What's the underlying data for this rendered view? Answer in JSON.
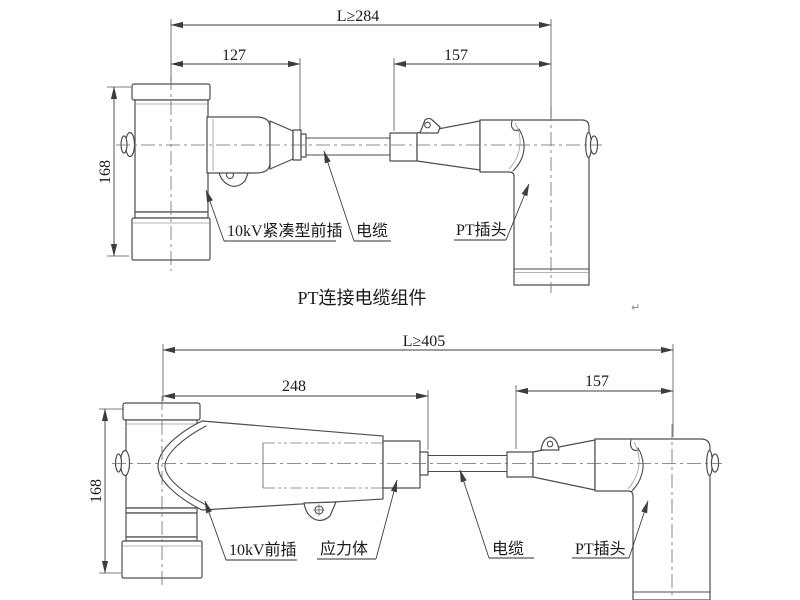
{
  "page": {
    "background": "#ffffff"
  },
  "colors": {
    "line": "#4d4d4d",
    "dimension": "#3d3d3d",
    "text": "#1a1a1a"
  },
  "caption": "PT连接电缆组件",
  "paragraph_mark": "↵",
  "top_drawing": {
    "dims": {
      "total": "L≥284",
      "front": "127",
      "rear": "157",
      "height": "168"
    },
    "labels": {
      "front_plug": "10kV紧凑型前插",
      "cable": "电缆",
      "pt_plug": "PT插头"
    }
  },
  "bottom_drawing": {
    "dims": {
      "total": "L≥405",
      "front": "248",
      "rear": "157",
      "height": "168"
    },
    "labels": {
      "front_plug": "10kV前插",
      "stress_cone": "应力体",
      "cable": "电缆",
      "pt_plug": "PT插头"
    }
  }
}
